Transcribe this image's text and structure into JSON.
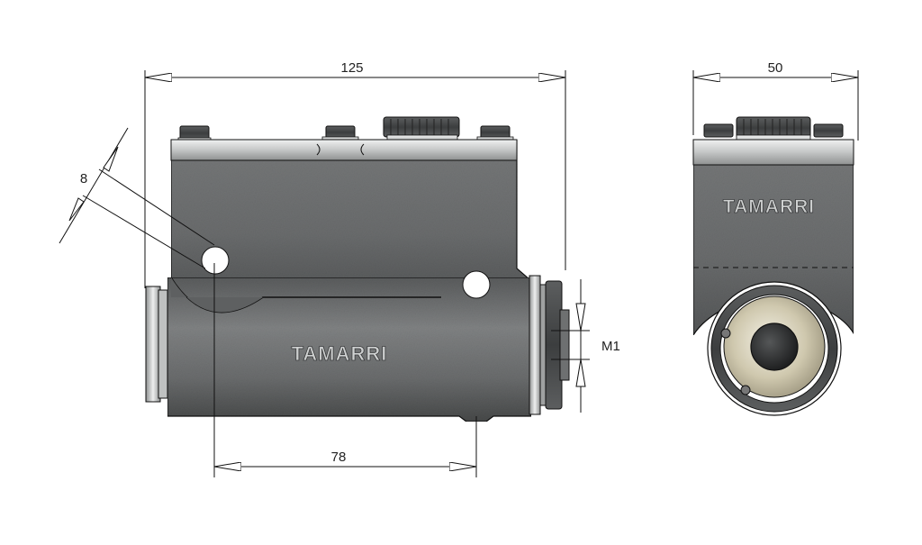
{
  "drawing": {
    "brand_front": "TAMARRI",
    "brand_side": "TAMARRI",
    "colors": {
      "body": "#6d6f70",
      "body_dark": "#4f5152",
      "steel": "#d6d8d8",
      "steel_dark": "#9a9c9c",
      "line": "#111111",
      "brass": "#d8d2bd"
    }
  },
  "dimensions": {
    "overall_length": "125",
    "width": "50",
    "hole_spacing": "78",
    "angle_offset": "8",
    "thread": "M1"
  }
}
